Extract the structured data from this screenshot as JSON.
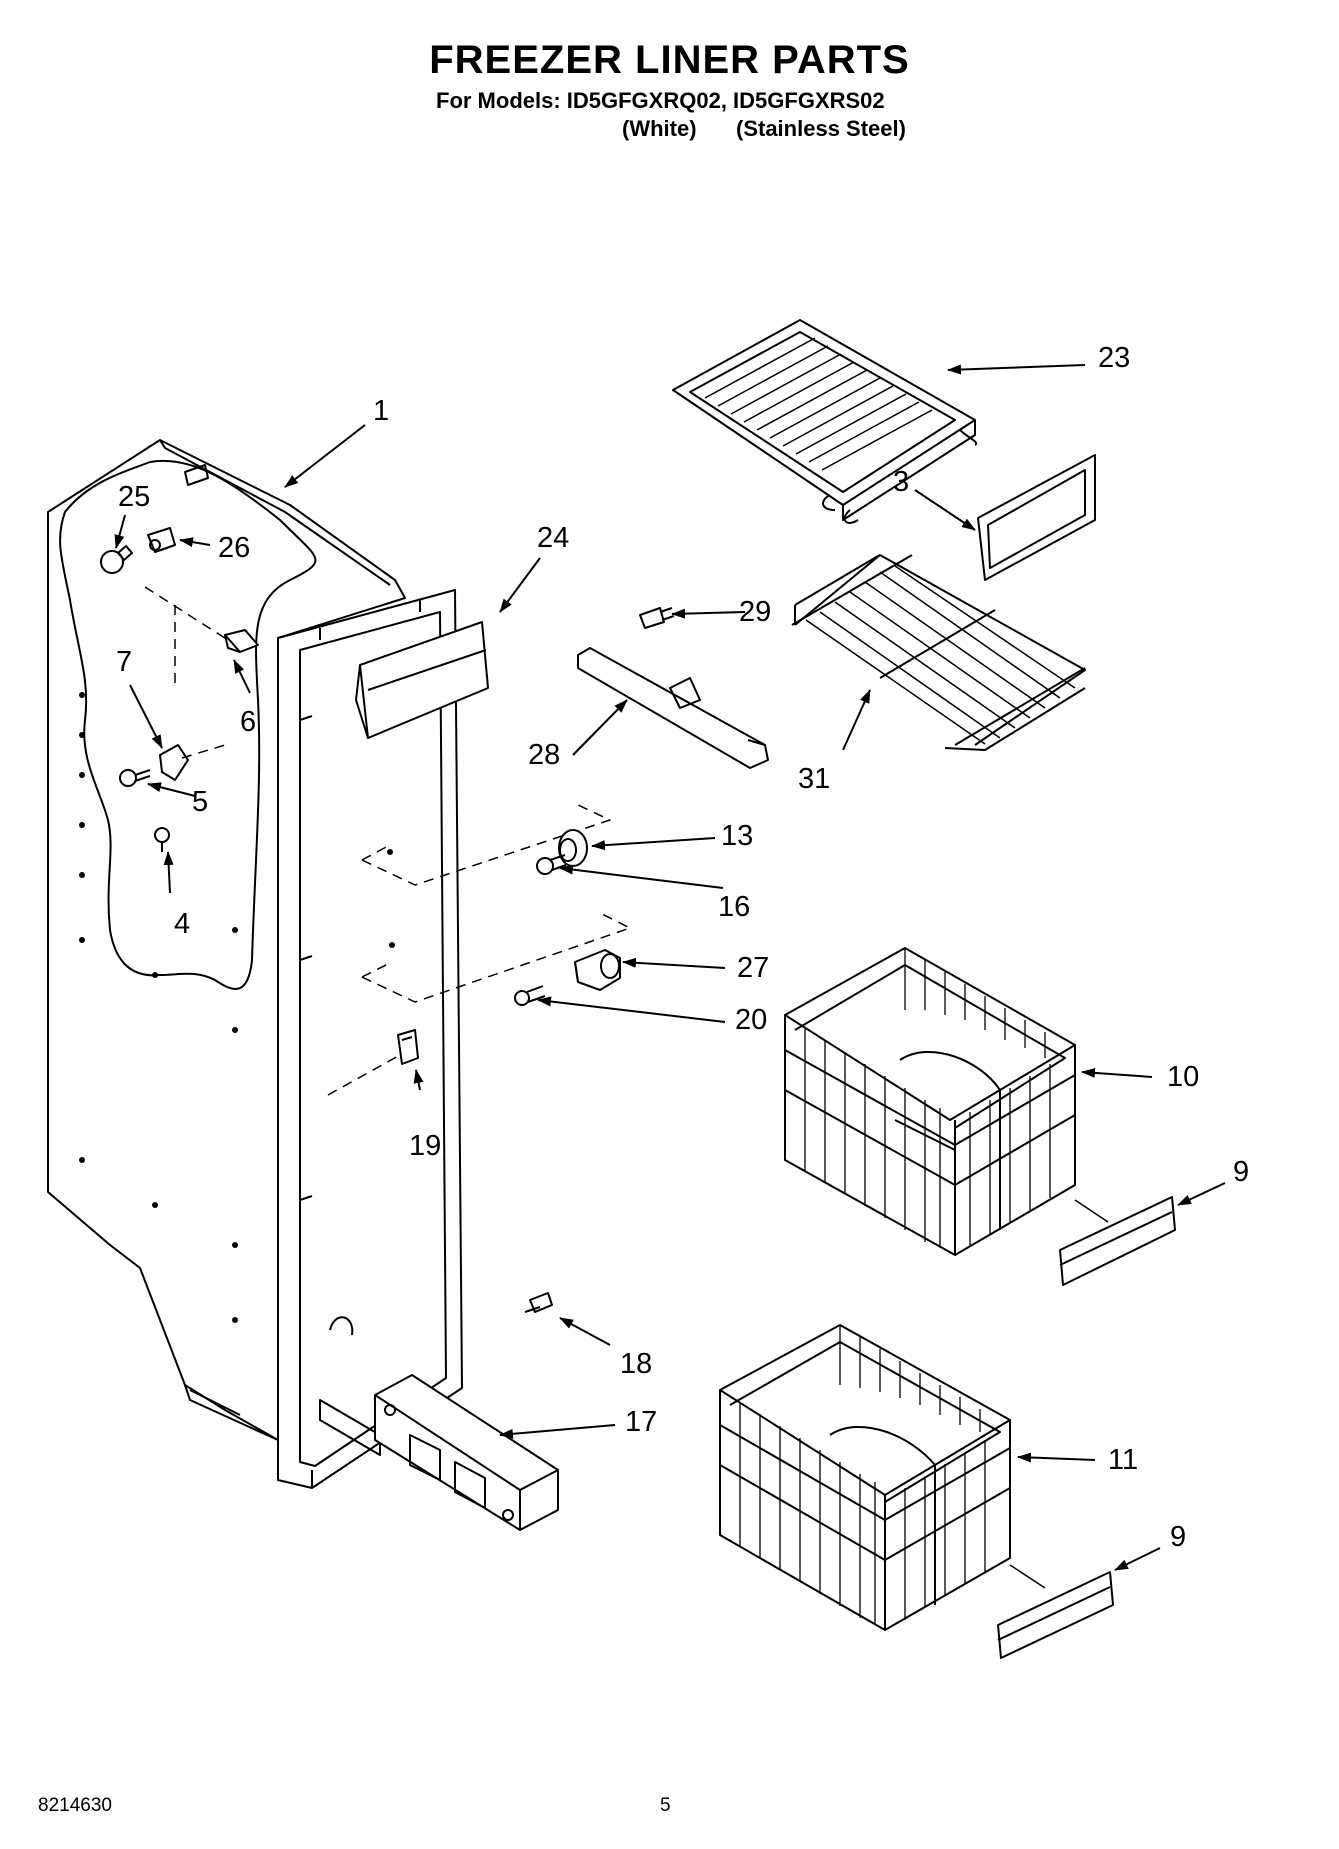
{
  "header": {
    "title": "FREEZER LINER PARTS",
    "models_line": "For Models: ID5GFGXRQ02, ID5GFGXRS02",
    "variant_1": "(White)",
    "variant_2": "(Stainless Steel)"
  },
  "callouts": {
    "p1": "1",
    "p3": "3",
    "p4": "4",
    "p5": "5",
    "p6": "6",
    "p7": "7",
    "p9a": "9",
    "p9b": "9",
    "p10": "10",
    "p11": "11",
    "p13": "13",
    "p16": "16",
    "p17": "17",
    "p18": "18",
    "p19": "19",
    "p20": "20",
    "p23": "23",
    "p24": "24",
    "p25": "25",
    "p26": "26",
    "p27": "27",
    "p28": "28",
    "p29": "29",
    "p31": "31"
  },
  "footer": {
    "doc_number": "8214630",
    "page_number": "5"
  }
}
